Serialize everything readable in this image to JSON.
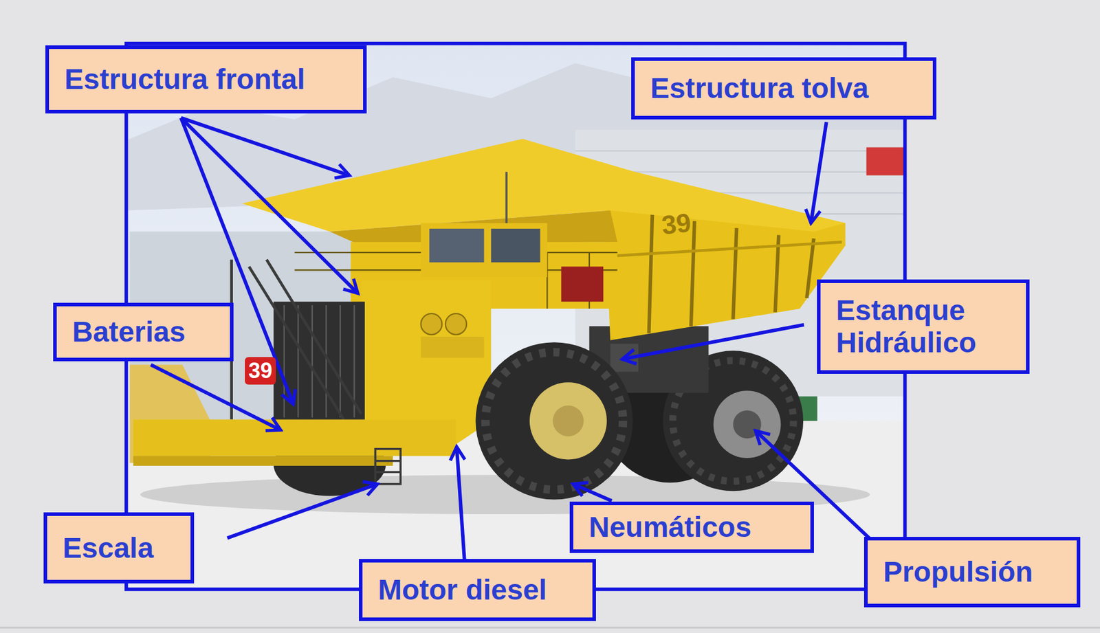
{
  "diagram": {
    "nodes": [
      {
        "text": [
          "Estructura frontal"
        ]
      },
      {
        "text": [
          "Estructura tolva"
        ]
      },
      {
        "text": [
          "Baterias"
        ]
      },
      {
        "text": [
          "Estanque Hidráulico"
        ]
      },
      {
        "text": [
          "Escala"
        ]
      },
      {
        "text": [
          "Motor diesel"
        ]
      },
      {
        "text": [
          "Neumáticos"
        ]
      },
      {
        "text": [
          "Propulsión"
        ]
      }
    ],
    "labels": [
      "39",
      "39"
    ]
  }
}
